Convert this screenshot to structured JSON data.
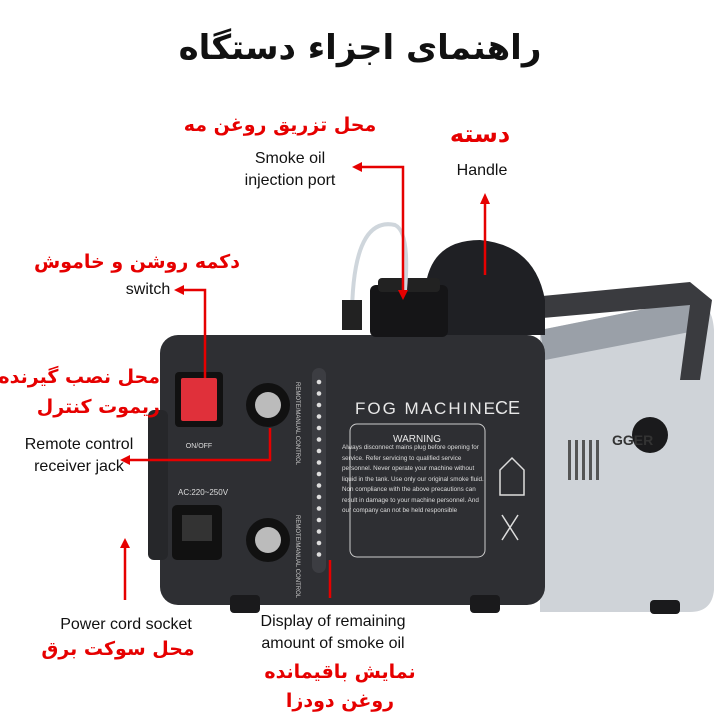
{
  "title": "راهنمای اجزاء دستگاه",
  "labels": {
    "injection": {
      "fa": "محل تزریق روغن مه",
      "en1": "Smoke oil",
      "en2": "injection port"
    },
    "handle": {
      "fa": "دسته",
      "en": "Handle"
    },
    "switch": {
      "fa": "دکمه روشن و خاموش",
      "en": "switch"
    },
    "remote": {
      "fa1": "محل نصب گیرنده",
      "fa2": "ریموت کنترل",
      "en1": "Remote control",
      "en2": "receiver jack"
    },
    "power": {
      "en": "Power cord socket",
      "fa": "محل سوکت برق"
    },
    "display": {
      "en1": "Display of remaining",
      "en2": "amount of smoke oil",
      "fa1": "نمایش باقیمانده",
      "fa2": "روغن دودزا"
    }
  },
  "machine": {
    "name": "FOG MACHINE",
    "ce": "CE",
    "warning_title": "WARNING",
    "warning_text": "Always disconnect mains plug before opening for service. Refer servicing to qualified service personnel. Never operate your machine without liquid in the tank. Use only our original smoke fluid. Non compliance with the above precautions can result in damage to your machine personnel. And our company can not be held responsible",
    "switch_label": "ON/OFF",
    "voltage": "AC:220~250V",
    "jack_label": "REMOTE/MANUAL CONTROL",
    "brand": "GGER"
  },
  "colors": {
    "accent": "#e60000",
    "panel": "#2e2f33"
  }
}
